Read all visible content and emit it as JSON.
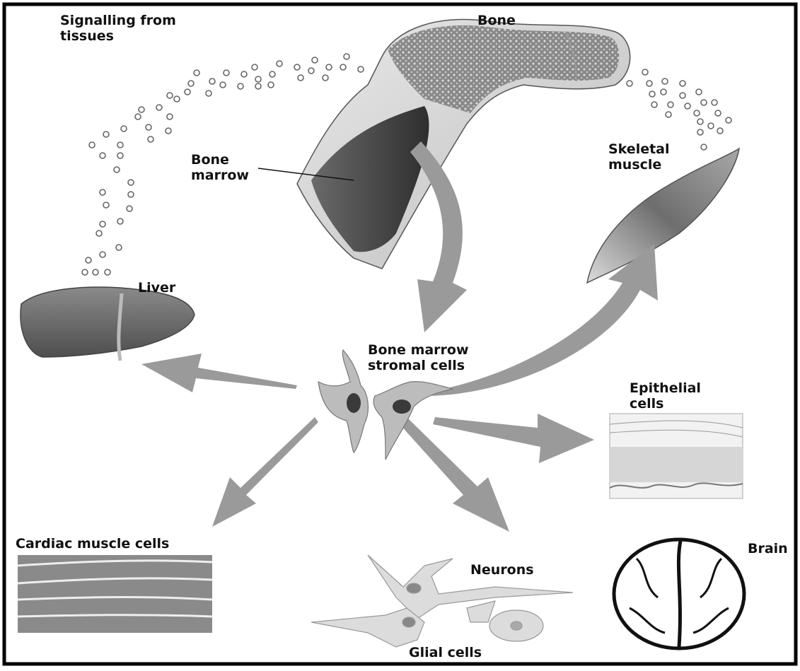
{
  "labels": {
    "signalling": "Signalling from\ntissues",
    "bone": "Bone",
    "bone_marrow": "Bone\nmarrow",
    "skeletal_muscle": "Skeletal\nmuscle",
    "liver": "Liver",
    "stromal_cells": "Bone marrow\nstromal cells",
    "epithelial_cells": "Epithelial\ncells",
    "cardiac_muscle": "Cardiac muscle cells",
    "neurons": "Neurons",
    "brain": "Brain",
    "glial_cells": "Glial cells"
  },
  "colors": {
    "arrow": "#9a9a9a",
    "tissue_dark": "#4a4a4a",
    "tissue_mid": "#8c8c8c",
    "tissue_light": "#cfcfcf"
  }
}
